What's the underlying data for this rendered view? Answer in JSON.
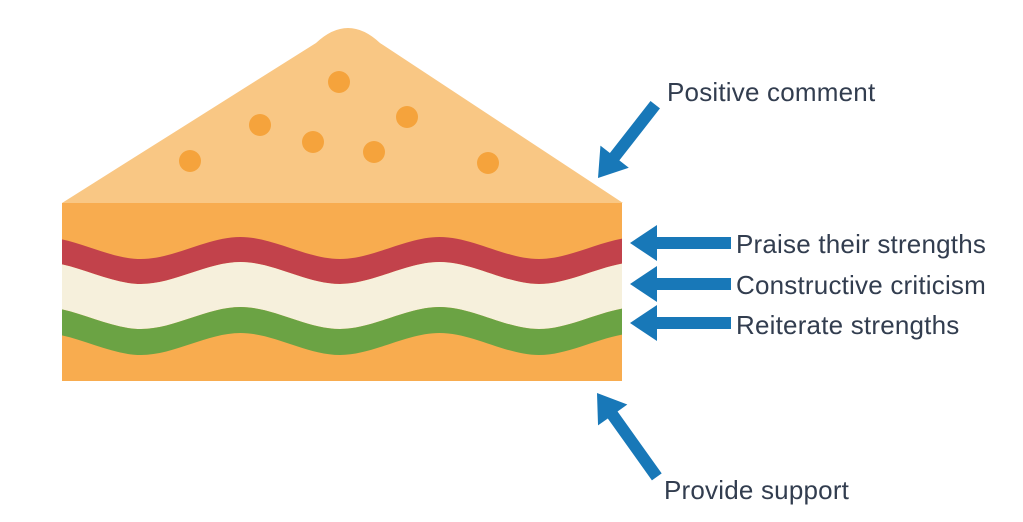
{
  "diagram": {
    "type": "feedback-sandwich",
    "labels": {
      "positive_comment": "Positive comment",
      "praise": "Praise their strengths",
      "constructive": "Constructive criticism",
      "reiterate": "Reiterate strengths",
      "support": "Provide support"
    },
    "colors": {
      "bread_top": "#F9C784",
      "bread_body": "#F8AC4F",
      "seed": "#F5A33C",
      "tomato_layer": "#C2424B",
      "filling_layer": "#F6F0DC",
      "lettuce_layer": "#6BA344",
      "arrow": "#1878B8",
      "text": "#323D4F"
    }
  }
}
